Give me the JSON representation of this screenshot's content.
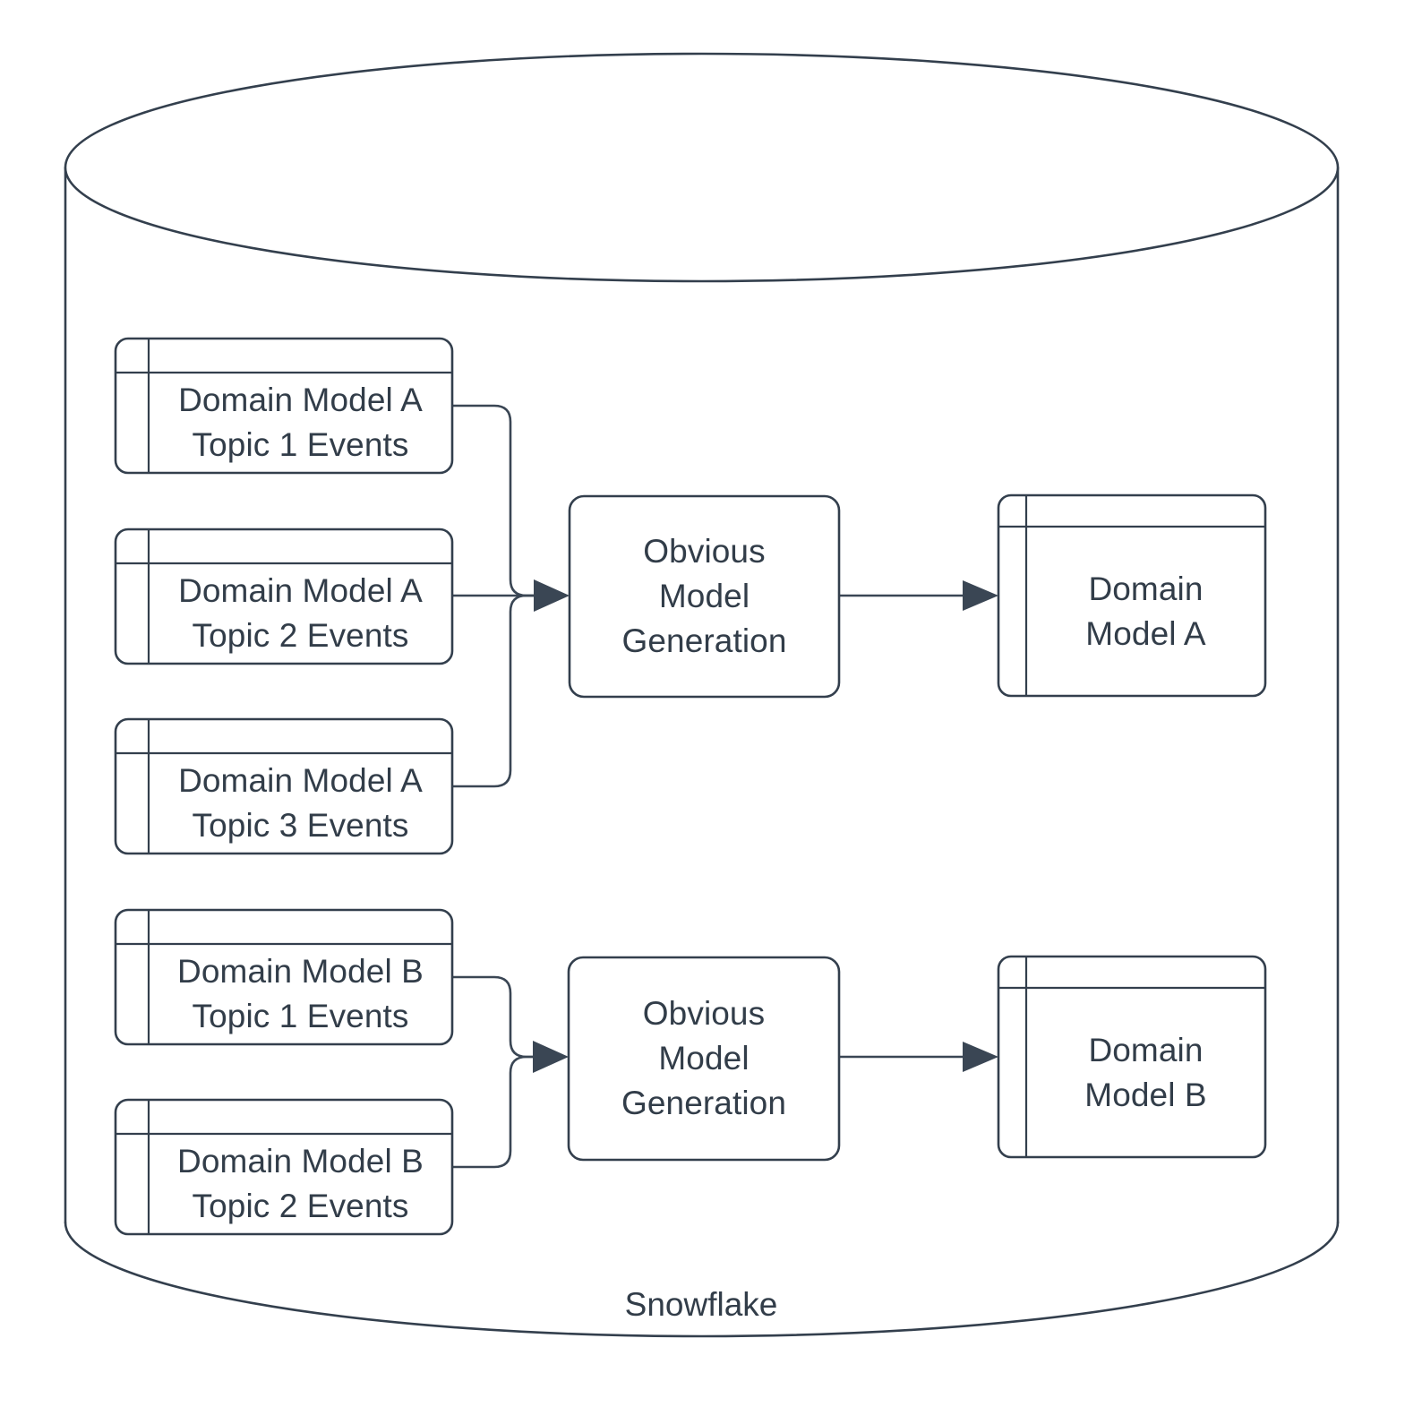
{
  "diagram": {
    "title_caption": "Snowflake",
    "container": {
      "name": "snowflake-cylinder",
      "label": "Snowflake",
      "shape": "cylinder"
    },
    "colors": {
      "stroke": "#333f4d",
      "text": "#323d49",
      "arrow": "#3a4654",
      "background": "#ffffff"
    },
    "groups": [
      {
        "id": "group-a",
        "sources": [
          {
            "id": "a-topic-1",
            "line1": "Domain Model A",
            "line2": "Topic 1 Events",
            "shape": "table"
          },
          {
            "id": "a-topic-2",
            "line1": "Domain Model A",
            "line2": "Topic 2 Events",
            "shape": "table"
          },
          {
            "id": "a-topic-3",
            "line1": "Domain Model A",
            "line2": "Topic 3 Events",
            "shape": "table"
          }
        ],
        "process": {
          "id": "process-a",
          "line1": "Obvious",
          "line2": "Model",
          "line3": "Generation",
          "shape": "rounded-rect"
        },
        "output": {
          "id": "output-a",
          "line1": "Domain",
          "line2": "Model A",
          "shape": "table"
        }
      },
      {
        "id": "group-b",
        "sources": [
          {
            "id": "b-topic-1",
            "line1": "Domain Model B",
            "line2": "Topic 1 Events",
            "shape": "table"
          },
          {
            "id": "b-topic-2",
            "line1": "Domain Model B",
            "line2": "Topic 2 Events",
            "shape": "table"
          }
        ],
        "process": {
          "id": "process-b",
          "line1": "Obvious",
          "line2": "Model",
          "line3": "Generation",
          "shape": "rounded-rect"
        },
        "output": {
          "id": "output-b",
          "line1": "Domain",
          "line2": "Model B",
          "shape": "table"
        }
      }
    ]
  }
}
